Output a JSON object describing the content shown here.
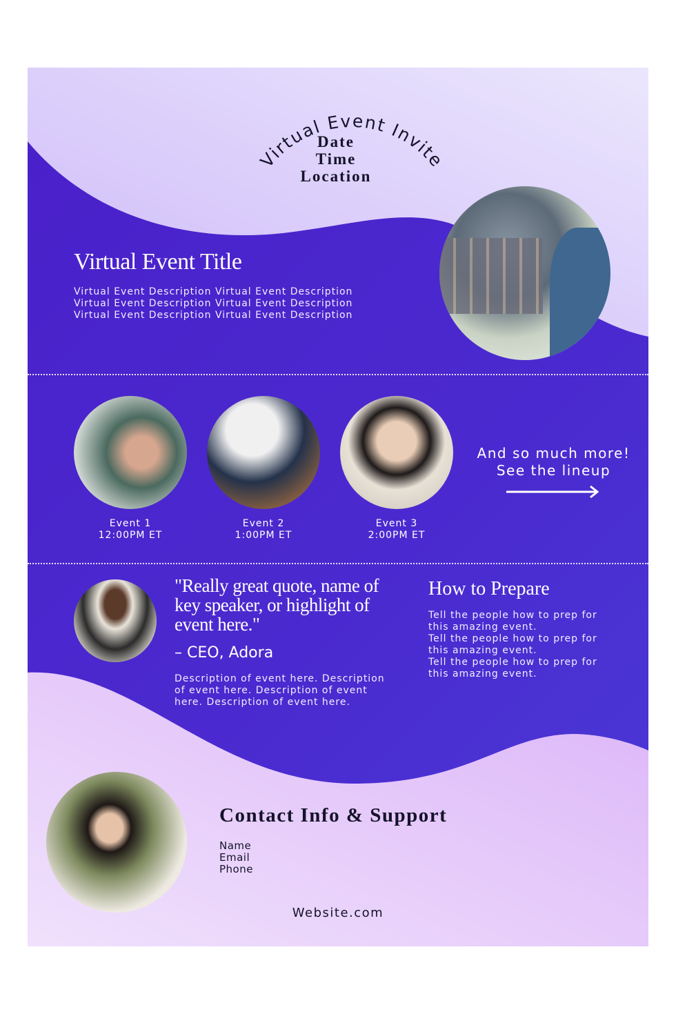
{
  "header": {
    "invite_label": "Virtual Event Invite",
    "date": "Date",
    "time": "Time",
    "location": "Location"
  },
  "hero": {
    "title": "Virtual Event Title",
    "description_lines": [
      "Virtual Event Description Virtual Event Description",
      "Virtual Event Description Virtual Event Description",
      "Virtual Event Description Virtual Event Description"
    ]
  },
  "lineup": {
    "events": [
      {
        "name": "Event 1",
        "time": "12:00PM ET"
      },
      {
        "name": "Event 2",
        "time": "1:00PM ET"
      },
      {
        "name": "Event 3",
        "time": "2:00PM ET"
      }
    ],
    "more_line1": "And so much more!",
    "more_line2": "See the lineup",
    "arrow_icon": "arrow-right-icon"
  },
  "quote": {
    "text": "\"Really great quote, name of key speaker, or highlight of event here.\"",
    "attribution": "– CEO, Adora",
    "description": "Description of event here. Description of event here. Description of event here. Description of event here."
  },
  "prepare": {
    "title": "How to Prepare",
    "lines": [
      "Tell the people how to prep for this amazing event.",
      "Tell the people how to prep for this amazing event.",
      "Tell the people how to prep for this amazing event."
    ]
  },
  "contact": {
    "title": "Contact Info & Support",
    "name": "Name",
    "email": "Email",
    "phone": "Phone",
    "website": "Website.com"
  },
  "colors": {
    "primary_purple": "#4a22c8",
    "light_lavender": "#dcd0fb",
    "bottom_lavender": "#e6c6fa",
    "text_dark": "#15132a"
  }
}
